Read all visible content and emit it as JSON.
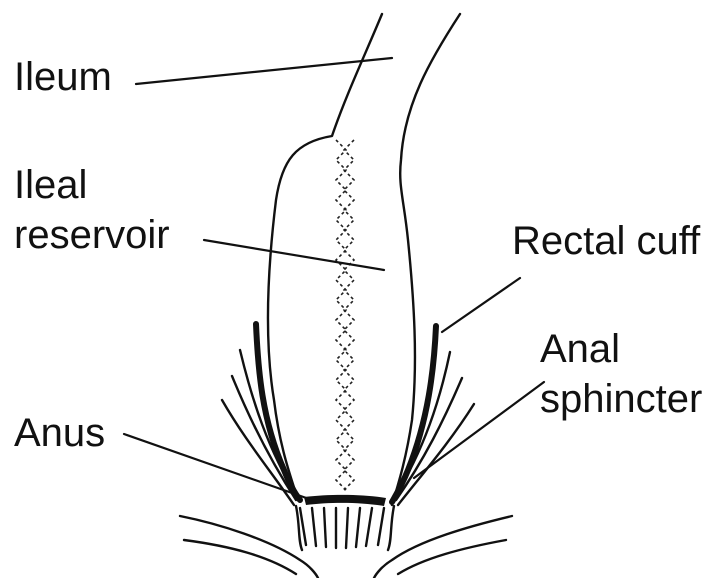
{
  "labels": {
    "ileum": "Ileum",
    "ileal_line1": "Ileal",
    "ileal_line2": "reservoir",
    "rectal_cuff": "Rectal cuff",
    "anal_line1": "Anal",
    "anal_line2": "sphincter",
    "anus": "Anus"
  },
  "colors": {
    "ink": "#111111",
    "background": "#ffffff"
  }
}
